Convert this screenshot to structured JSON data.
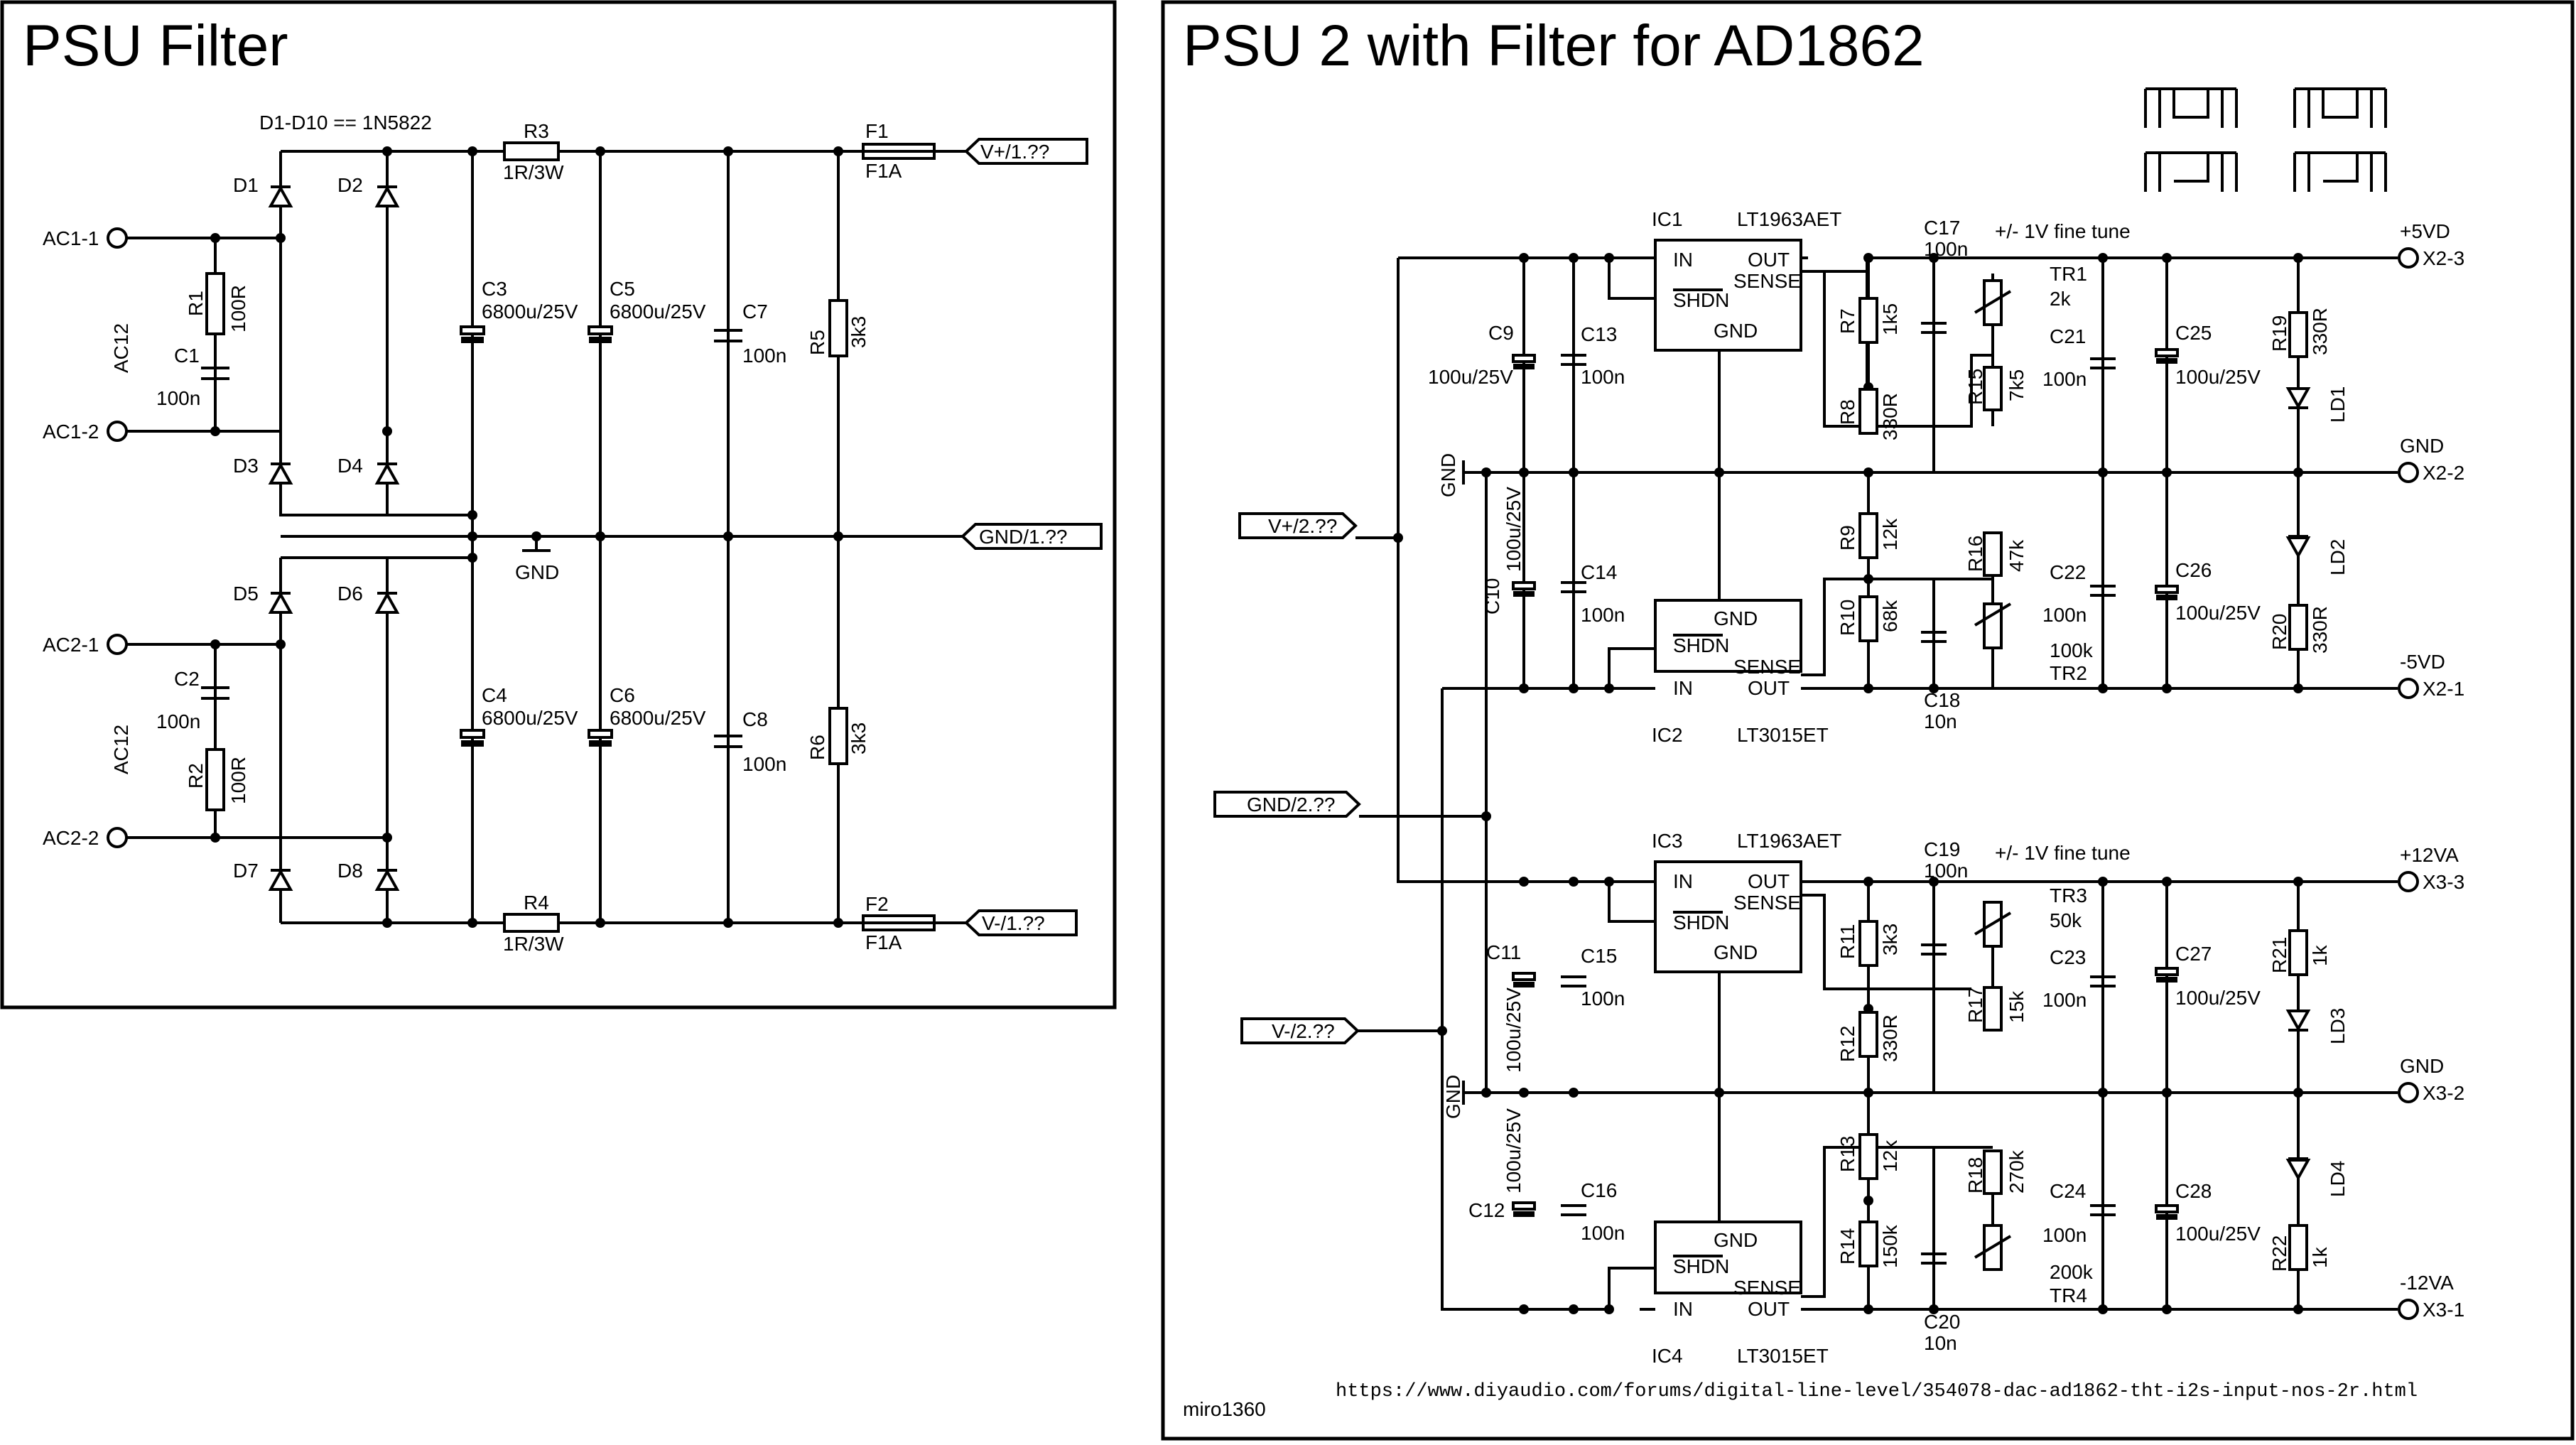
{
  "psu1": {
    "title": "PSU Filter",
    "note": "D1-D10 == 1N5822",
    "ac": [
      "AC1-1",
      "AC1-2",
      "AC2-1",
      "AC2-2",
      "AC12",
      "AC12"
    ],
    "diodes": [
      "D1",
      "D2",
      "D3",
      "D4",
      "D5",
      "D6",
      "D7",
      "D8"
    ],
    "r1": {
      "ref": "R1",
      "val": "100R"
    },
    "r2": {
      "ref": "R2",
      "val": "100R"
    },
    "c1": {
      "ref": "C1",
      "val": "100n"
    },
    "c2": {
      "ref": "C2",
      "val": "100n"
    },
    "r3": {
      "ref": "R3",
      "val": "1R/3W"
    },
    "r4": {
      "ref": "R4",
      "val": "1R/3W"
    },
    "c3": {
      "ref": "C3",
      "val": "6800u/25V"
    },
    "c4": {
      "ref": "C4",
      "val": "6800u/25V"
    },
    "c5": {
      "ref": "C5",
      "val": "6800u/25V"
    },
    "c6": {
      "ref": "C6",
      "val": "6800u/25V"
    },
    "c7": {
      "ref": "C7",
      "val": "100n"
    },
    "c8": {
      "ref": "C8",
      "val": "100n"
    },
    "r5": {
      "ref": "R5",
      "val": "3k3"
    },
    "r6": {
      "ref": "R6",
      "val": "3k3"
    },
    "f1": {
      "ref": "F1",
      "val": "F1A"
    },
    "f2": {
      "ref": "F2",
      "val": "F1A"
    },
    "gnd": "GND",
    "ports": {
      "vp": "V+/1.??",
      "gnd": "GND/1.??",
      "vn": "V-/1.??"
    }
  },
  "psu2": {
    "title": "PSU 2 with Filter for AD1862",
    "author": "miro1360",
    "url": "https://www.diyaudio.com/forums/digital-line-level/354078-dac-ad1862-tht-i2s-input-nos-2r.html",
    "ports": {
      "vp": "V+/2.??",
      "gnd": "GND/2.??",
      "vn": "V-/2.??"
    },
    "gnd": "GND",
    "fine_tune": "+/- 1V fine tune",
    "pins": {
      "in": "IN",
      "out": "OUT",
      "sense": "SENSE",
      "shdn": "SHDN",
      "gnd": "GND"
    },
    "ic": [
      {
        "ref": "IC1",
        "part": "LT1963AET"
      },
      {
        "ref": "IC2",
        "part": "LT3015ET"
      },
      {
        "ref": "IC3",
        "part": "LT1963AET"
      },
      {
        "ref": "IC4",
        "part": "LT3015ET"
      }
    ],
    "caps_in": [
      {
        "ref": "C9",
        "val": "100u/25V"
      },
      {
        "ref": "C10",
        "val": "100u/25V"
      },
      {
        "ref": "C11",
        "val": "100u/25V"
      },
      {
        "ref": "C12",
        "val": "100u/25V"
      },
      {
        "ref": "C13",
        "val": "100n"
      },
      {
        "ref": "C14",
        "val": "100n"
      },
      {
        "ref": "C15",
        "val": "100n"
      },
      {
        "ref": "C16",
        "val": "100n"
      }
    ],
    "res_div": [
      {
        "ref": "R7",
        "val": "1k5"
      },
      {
        "ref": "R8",
        "val": "330R"
      },
      {
        "ref": "R9",
        "val": "12k"
      },
      {
        "ref": "R10",
        "val": "68k"
      },
      {
        "ref": "R11",
        "val": "3k3"
      },
      {
        "ref": "R12",
        "val": "330R"
      },
      {
        "ref": "R13",
        "val": "12k"
      },
      {
        "ref": "R14",
        "val": "150k"
      }
    ],
    "caps_ff": [
      {
        "ref": "C17",
        "val": "100n"
      },
      {
        "ref": "C18",
        "val": "10n"
      },
      {
        "ref": "C19",
        "val": "100n"
      },
      {
        "ref": "C20",
        "val": "10n"
      }
    ],
    "trims": [
      {
        "ref": "TR1",
        "val": "2k"
      },
      {
        "ref": "TR2",
        "val": "100k"
      },
      {
        "ref": "TR3",
        "val": "50k"
      },
      {
        "ref": "TR4",
        "val": "200k"
      }
    ],
    "res_trim": [
      {
        "ref": "R15",
        "val": "7k5"
      },
      {
        "ref": "R16",
        "val": "47k"
      },
      {
        "ref": "R17",
        "val": "15k"
      },
      {
        "ref": "R18",
        "val": "270k"
      }
    ],
    "caps_out": [
      {
        "ref": "C21",
        "val": "100n"
      },
      {
        "ref": "C22",
        "val": "100n"
      },
      {
        "ref": "C23",
        "val": "100n"
      },
      {
        "ref": "C24",
        "val": "100n"
      },
      {
        "ref": "C25",
        "val": "100u/25V"
      },
      {
        "ref": "C26",
        "val": "100u/25V"
      },
      {
        "ref": "C27",
        "val": "100u/25V"
      },
      {
        "ref": "C28",
        "val": "100u/25V"
      }
    ],
    "res_led": [
      {
        "ref": "R19",
        "val": "330R"
      },
      {
        "ref": "R20",
        "val": "330R"
      },
      {
        "ref": "R21",
        "val": "1k"
      },
      {
        "ref": "R22",
        "val": "1k"
      }
    ],
    "leds": [
      "LD1",
      "LD2",
      "LD3",
      "LD4"
    ],
    "outputs": [
      {
        "net": "+5VD",
        "conn": "X2-3"
      },
      {
        "net": "GND",
        "conn": "X2-2"
      },
      {
        "net": "-5VD",
        "conn": "X2-1"
      },
      {
        "net": "+12VA",
        "conn": "X3-3"
      },
      {
        "net": "GND",
        "conn": "X3-2"
      },
      {
        "net": "-12VA",
        "conn": "X3-1"
      }
    ]
  }
}
